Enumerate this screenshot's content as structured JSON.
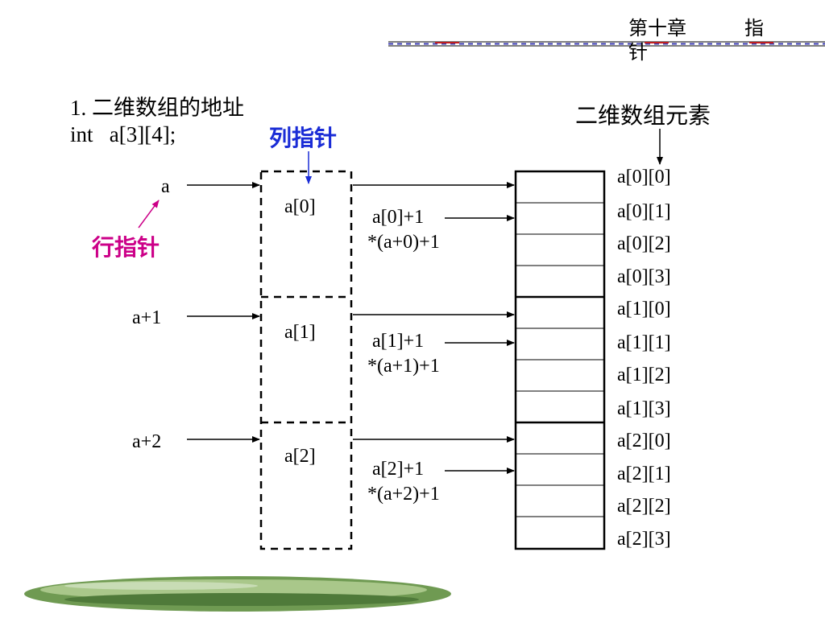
{
  "header": {
    "chapter": "第十章",
    "topic_line1": "指",
    "topic_line2": "针"
  },
  "title": {
    "section": "1.  二维数组的地址",
    "declaration": "int   a[3][4];"
  },
  "labels": {
    "col_pointer": "列指针",
    "row_pointer": "行指针",
    "elements_title": "二维数组元素"
  },
  "row_pointers": [
    "a",
    "a+1",
    "a+2"
  ],
  "row_arrays": [
    "a[0]",
    "a[1]",
    "a[2]"
  ],
  "col_offsets": [
    {
      "expr": "a[0]+1",
      "deref": "*(a+0)+1"
    },
    {
      "expr": "a[1]+1",
      "deref": "*(a+1)+1"
    },
    {
      "expr": "a[2]+1",
      "deref": "*(a+2)+1"
    }
  ],
  "elements": [
    "a[0][0]",
    "a[0][1]",
    "a[0][2]",
    "a[0][3]",
    "a[1][0]",
    "a[1][1]",
    "a[1][2]",
    "a[1][3]",
    "a[2][0]",
    "a[2][1]",
    "a[2][2]",
    "a[2][3]"
  ],
  "colors": {
    "row_pointer_label": "#cc0088",
    "col_pointer_label": "#1a2cd6"
  }
}
